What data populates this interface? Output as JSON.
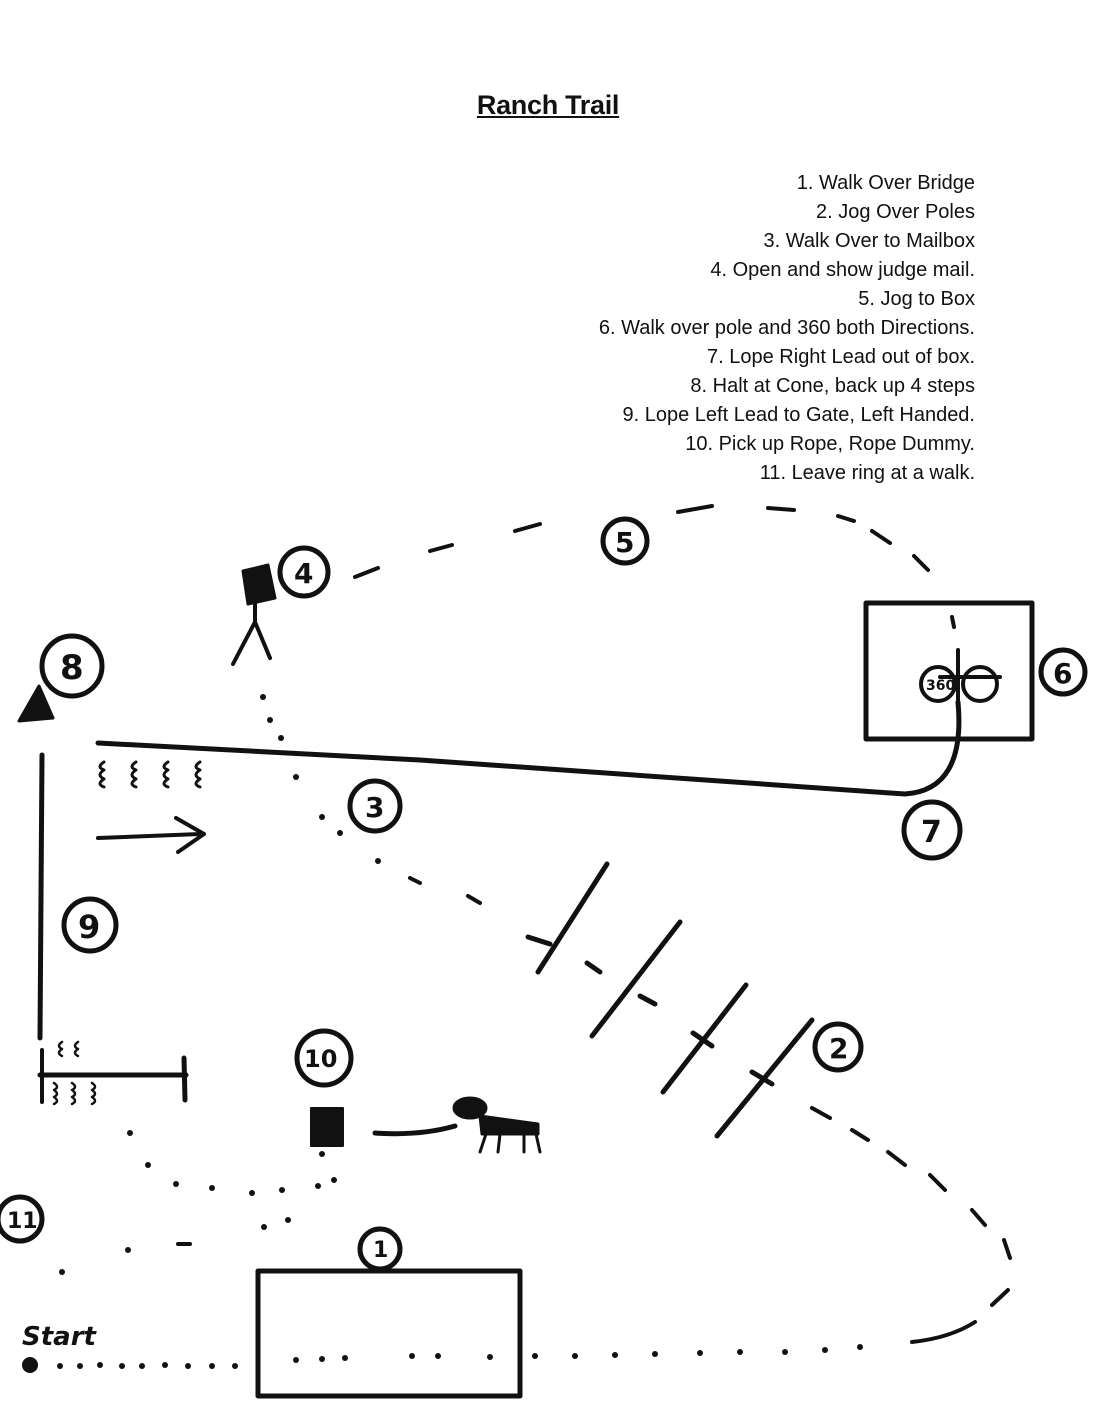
{
  "title": "Ranch Trail",
  "steps": [
    "1.  Walk Over Bridge",
    "2.  Jog Over Poles",
    "3.  Walk Over to Mailbox",
    "4.  Open and show judge mail.",
    "5.  Jog to Box",
    "6.  Walk over pole and 360 both Directions.",
    "7.  Lope Right Lead out of box.",
    "8.  Halt at Cone, back up 4 steps",
    "9.  Lope Left Lead to Gate, Left Handed.",
    "10. Pick up Rope, Rope Dummy.",
    "11. Leave ring at a walk."
  ],
  "diagram": {
    "start_label": "Start",
    "box_label_6_inner": "360",
    "markers": [
      "1",
      "2",
      "3",
      "4",
      "5",
      "6",
      "7",
      "8",
      "9",
      "10",
      "11"
    ]
  }
}
